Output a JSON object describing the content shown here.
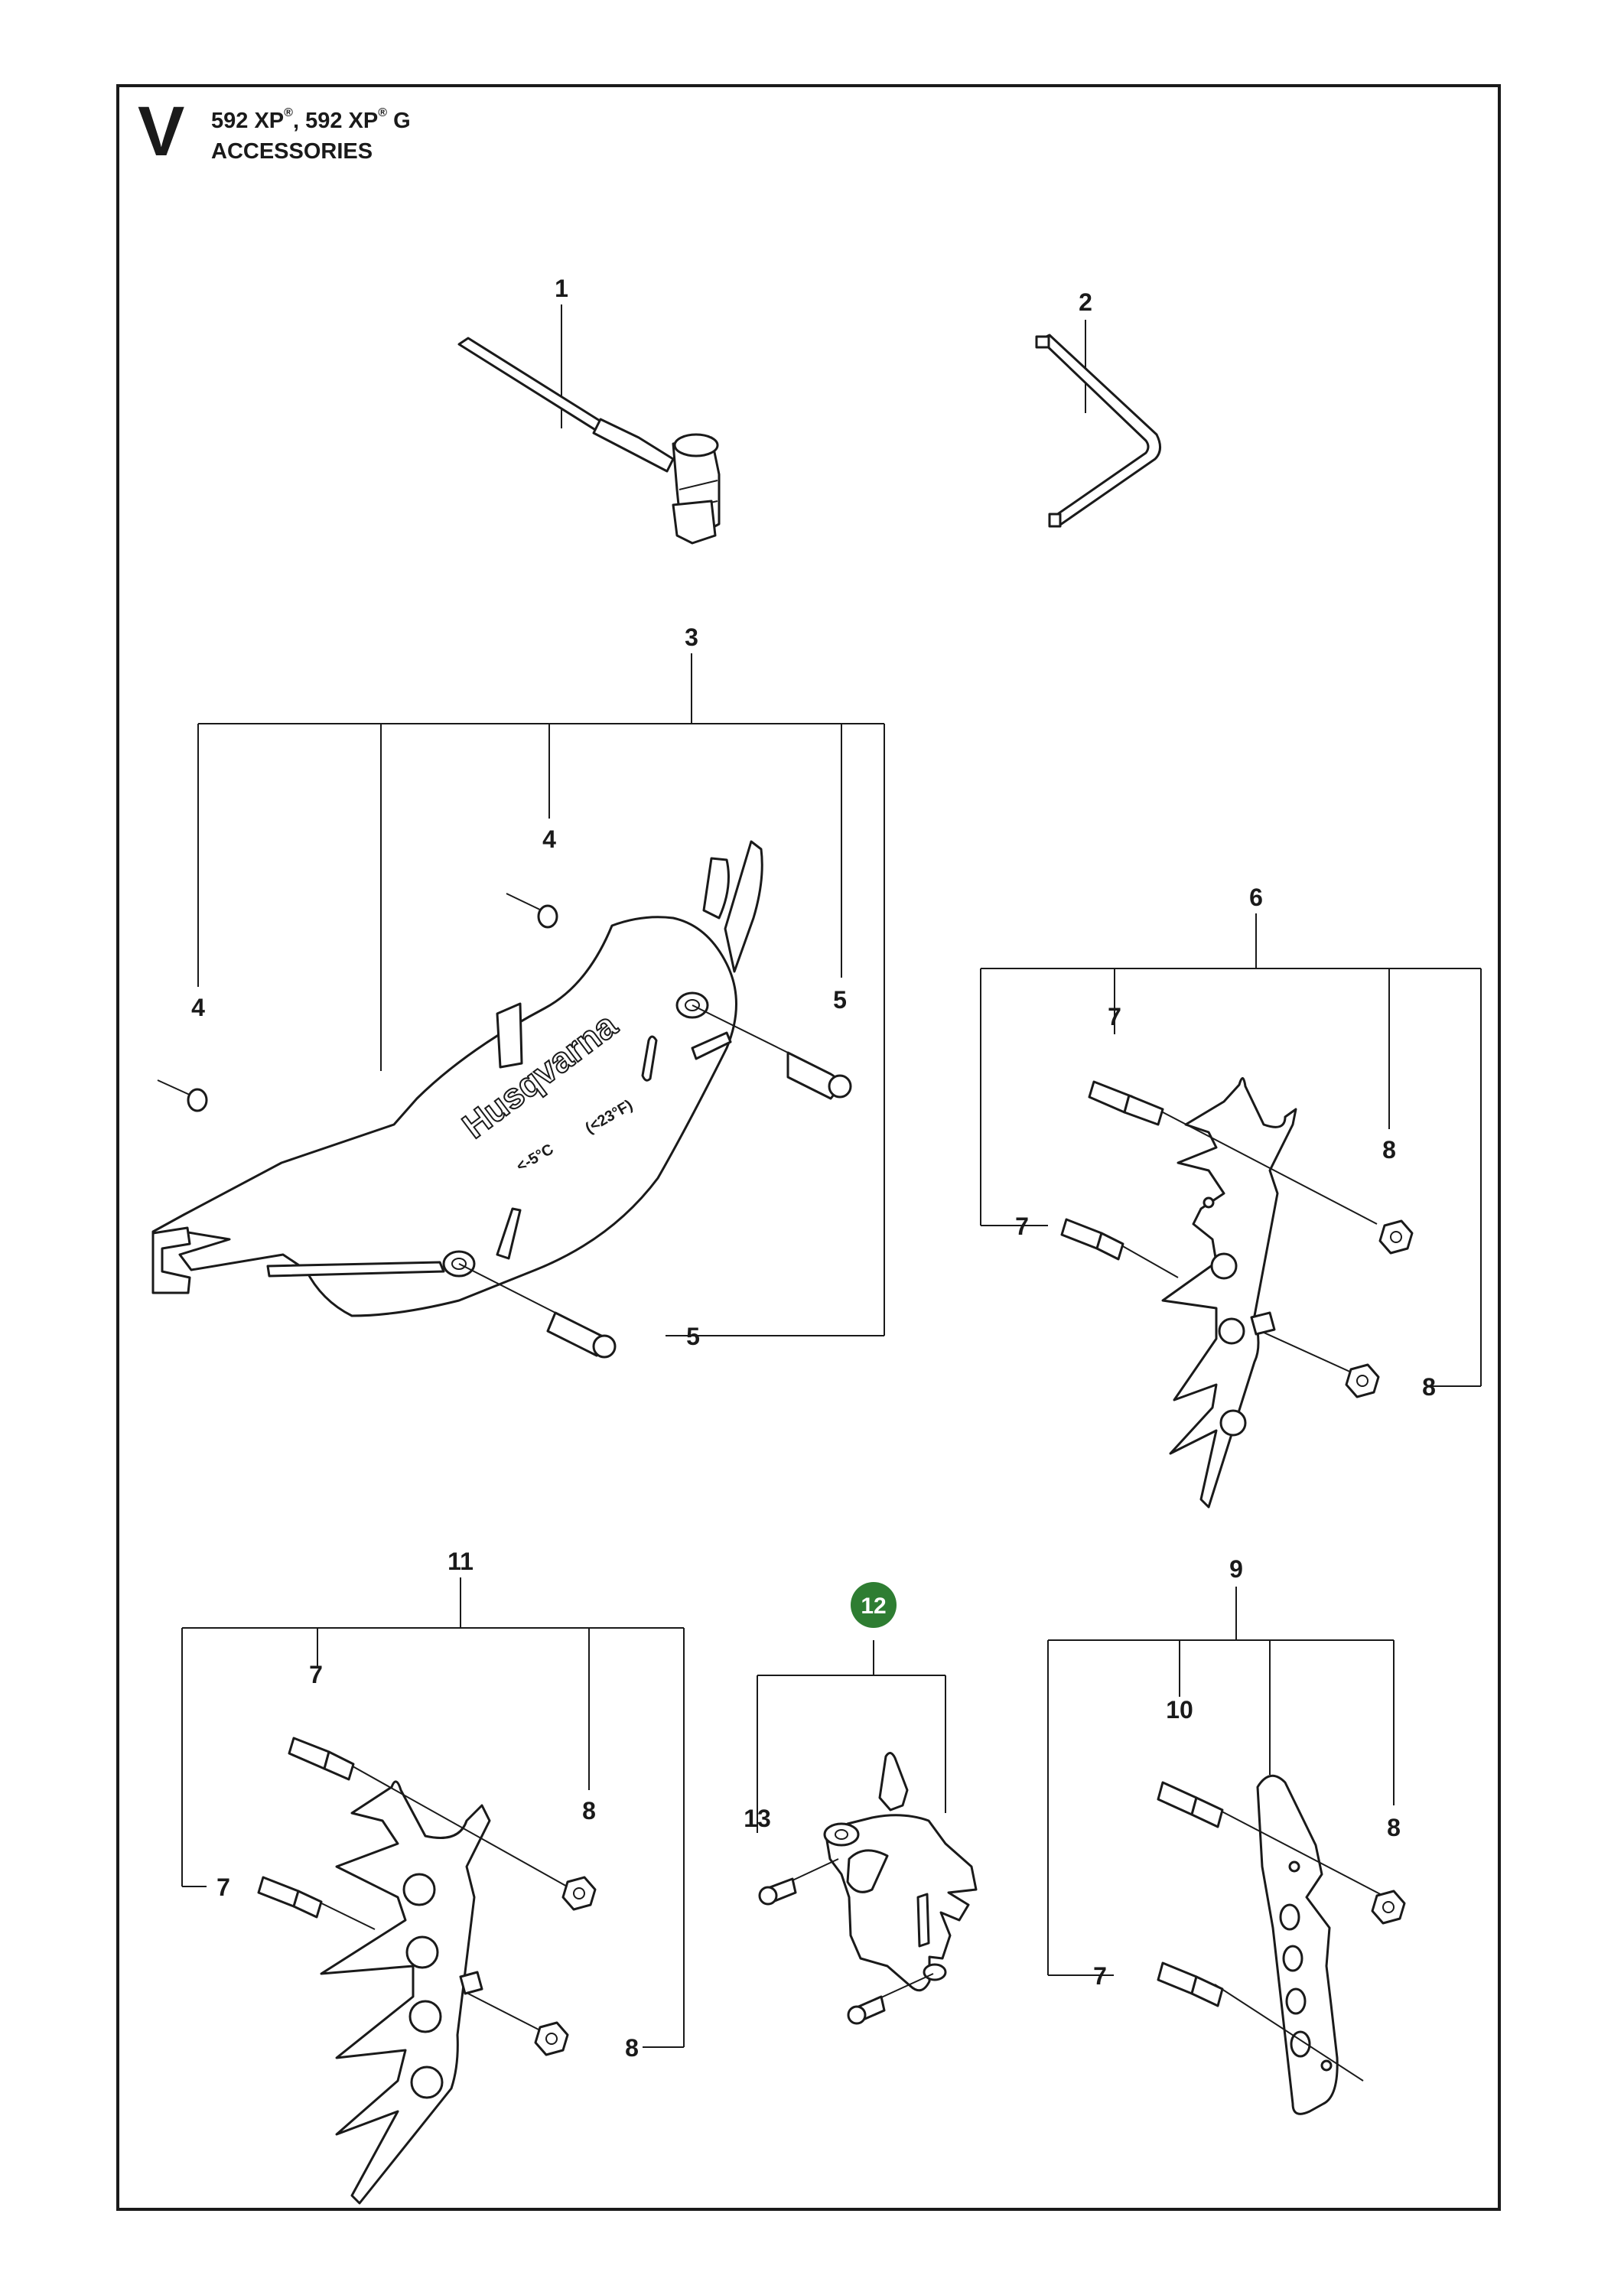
{
  "header": {
    "section_letter": "V",
    "model_a": "592 XP",
    "model_b": "592 XP",
    "model_b_suffix": "G",
    "registered_mark": "®",
    "separator": ", ",
    "title": "ACCESSORIES"
  },
  "callouts": {
    "c1": "1",
    "c2": "2",
    "c3": "3",
    "c4a": "4",
    "c4b": "4",
    "c5a": "5",
    "c5b": "5",
    "c6": "6",
    "c7a": "7",
    "c7b": "7",
    "c8a": "8",
    "c8b": "8",
    "c9": "9",
    "c10": "10",
    "c7c": "7",
    "c8c": "8",
    "c11": "11",
    "c7d": "7",
    "c7e": "7",
    "c8d": "8",
    "c8e": "8",
    "c12": "12",
    "c13": "13"
  },
  "cover_markings": {
    "brand": "Husqvarna",
    "temp_c": "<-5°C",
    "temp_f": "(<23°F)"
  },
  "colors": {
    "badge_green": "#2e7d32",
    "line": "#1a1a1a"
  }
}
